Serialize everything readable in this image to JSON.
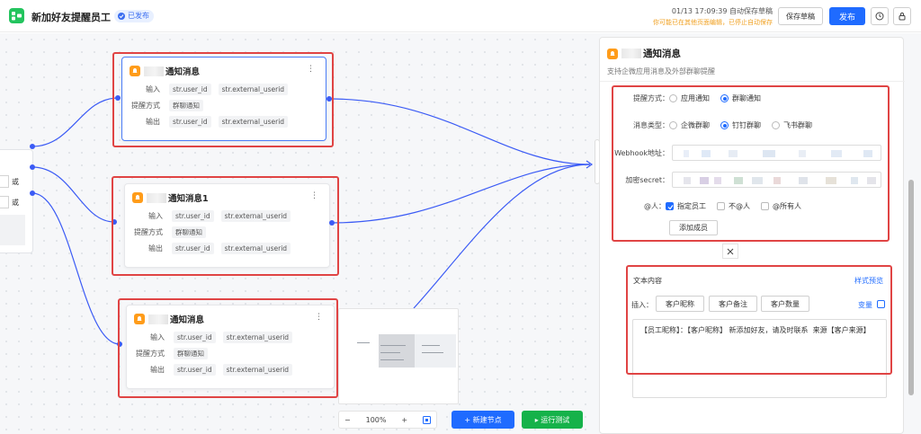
{
  "header": {
    "title": "新加好友提醒员工",
    "status_badge": "已发布",
    "save_time": "01/13 17:09:39 自动保存草稿",
    "save_warning": "你可能已在其他页面编辑，已停止自动保存",
    "save_draft_label": "保存草稿",
    "publish_label": "发布"
  },
  "colors": {
    "accent": "#1f6bff",
    "run": "#15b24a",
    "brand": "#23c45e",
    "node_icon": "#ff9c1a",
    "highlight": "#e04444"
  },
  "start_node": {
    "connector_label": "或"
  },
  "nodes": [
    {
      "title": "通知消息",
      "rows": [
        {
          "label": "输入",
          "tags": [
            "str.user_id",
            "str.external_userid"
          ]
        },
        {
          "label": "提醒方式",
          "tags": [
            "群聊通知"
          ]
        },
        {
          "label": "输出",
          "tags": [
            "str.user_id",
            "str.external_userid"
          ]
        }
      ]
    },
    {
      "title": "通知消息1",
      "rows": [
        {
          "label": "输入",
          "tags": [
            "str.user_id",
            "str.external_userid"
          ]
        },
        {
          "label": "提醒方式",
          "tags": [
            "群聊通知"
          ]
        },
        {
          "label": "输出",
          "tags": [
            "str.user_id",
            "str.external_userid"
          ]
        }
      ]
    },
    {
      "title": "通知消息",
      "rows": [
        {
          "label": "输入",
          "tags": [
            "str.user_id",
            "str.external_userid"
          ]
        },
        {
          "label": "提醒方式",
          "tags": [
            "群聊通知"
          ]
        },
        {
          "label": "输出",
          "tags": [
            "str.user_id",
            "str.external_userid"
          ]
        }
      ]
    }
  ],
  "toolbar": {
    "zoom_minus": "−",
    "zoom_level": "100%",
    "zoom_plus": "+",
    "new_node_label": "+ 新建节点",
    "run_test_label": "▸ 运行测试"
  },
  "panel": {
    "title": "通知消息",
    "subtitle": "支持企微应用消息及外部群聊提醒",
    "remind_label": "提醒方式：",
    "remind_options": [
      "应用通知",
      "群聊通知"
    ],
    "msgtype_label": "消息类型：",
    "msgtype_options": [
      "企微群聊",
      "钉钉群聊",
      "飞书群聊"
    ],
    "webhook_label": "Webhook地址：",
    "secret_label": "加密secret：",
    "at_label": "@人：",
    "at_options": [
      "指定员工",
      "不@人",
      "@所有人"
    ],
    "add_member_label": "添加成员",
    "text_content_label": "文本内容",
    "style_preview_label": "样式预览",
    "insert_label": "插入：",
    "insert_buttons": [
      "客户昵称",
      "客户备注",
      "客户数量"
    ],
    "variable_label": "变量",
    "text_content": "【员工昵称】：【客户昵称】 新添加好友，请及时联系  来源【客户来源】"
  }
}
